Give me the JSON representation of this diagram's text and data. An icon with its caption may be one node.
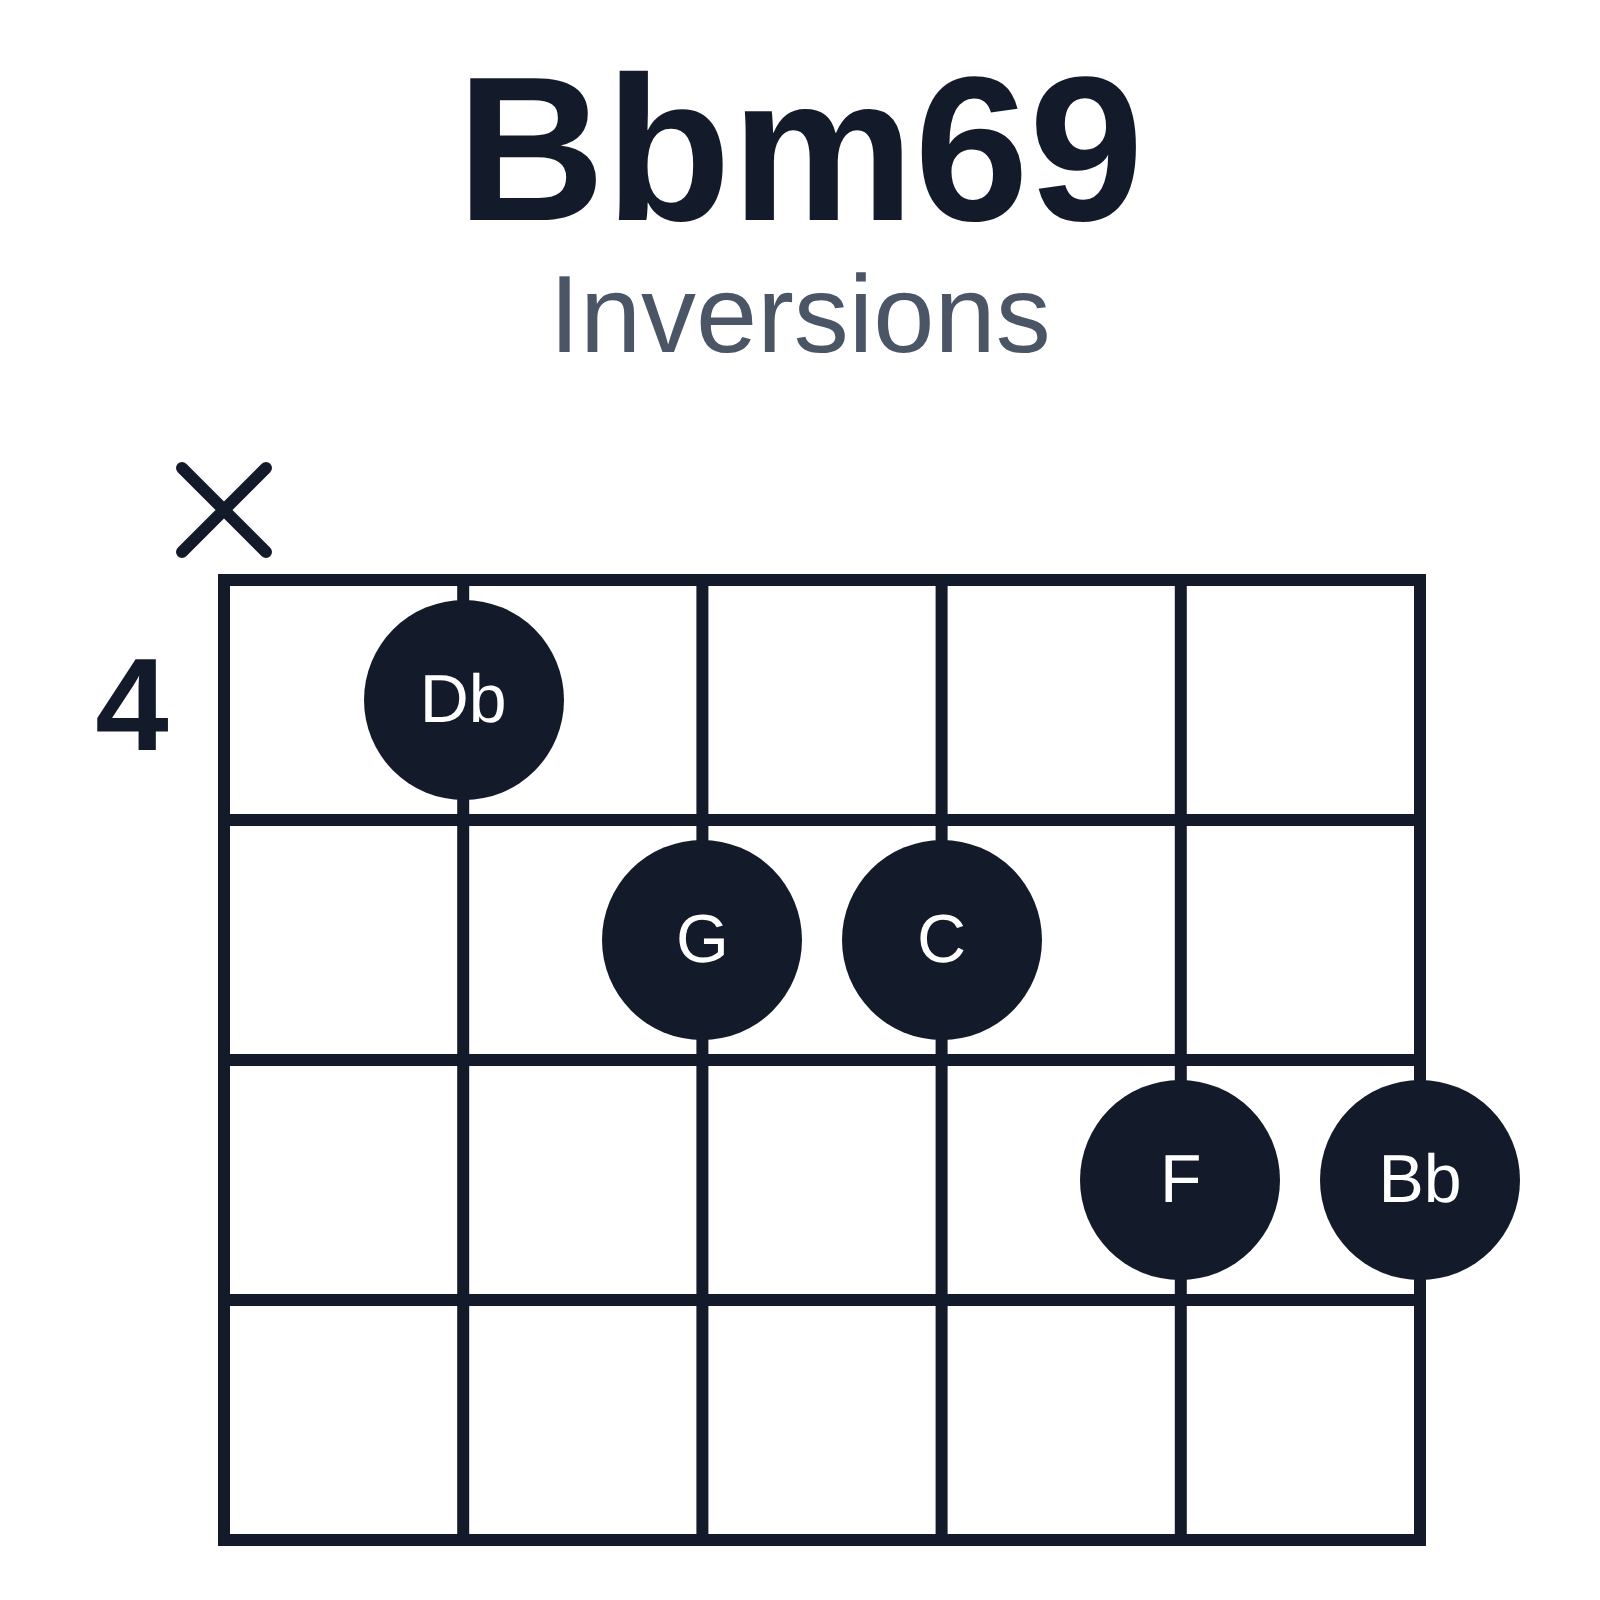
{
  "diagram": {
    "title": "Bbm69",
    "nodes": [
      {
        "text": [
          "Db"
        ]
      },
      {
        "text": [
          "G"
        ]
      },
      {
        "text": [
          "C"
        ]
      },
      {
        "text": [
          "F"
        ]
      },
      {
        "text": [
          "Bb"
        ]
      }
    ],
    "labels": [
      "Inversions",
      "4"
    ]
  }
}
